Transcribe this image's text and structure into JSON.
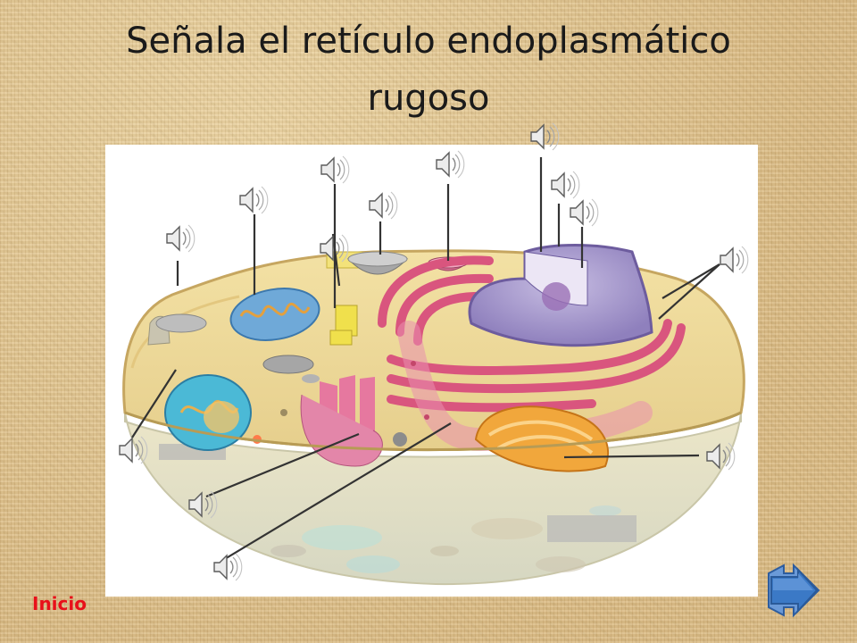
{
  "slide": {
    "title_line1": "Señala el retículo endoplasmático",
    "title_line2": "rugoso"
  },
  "navigation": {
    "home_label": "Inicio",
    "next_icon": "next-arrow-icon"
  },
  "diagram": {
    "subject": "animal-cell",
    "speaker_icon": "speaker-icon",
    "speaker_count": 14
  },
  "colors": {
    "home_link": "#e8101a",
    "next_button": "#3b79c6"
  }
}
